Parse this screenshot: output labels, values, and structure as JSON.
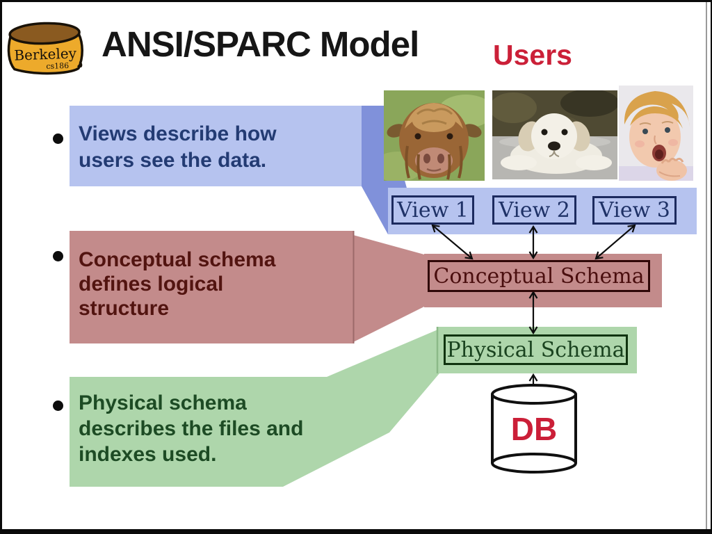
{
  "slide": {
    "title": "ANSI/SPARC Model",
    "users_heading": "Users",
    "logo": {
      "label": "Berkeley",
      "course": "cs186"
    },
    "bullets": [
      {
        "text": "Views describe how\nusers see the data."
      },
      {
        "text": "Conceptual schema\ndefines logical\nstructure"
      },
      {
        "text": "Physical schema\ndescribes the files and\nindexes used."
      }
    ]
  },
  "diagram": {
    "view_boxes": [
      "View 1",
      "View 2",
      "View 3"
    ],
    "conceptual_schema_label": "Conceptual Schema",
    "physical_schema_label": "Physical Schema",
    "db_label": "DB",
    "photos": [
      {
        "name": "cow-photo"
      },
      {
        "name": "puppy-photo"
      },
      {
        "name": "baby-photo"
      }
    ]
  },
  "colors": {
    "view_fill": "#b6c3ef",
    "view_funnel": "#8091da",
    "conceptual_fill": "#c38b8b",
    "physical_fill": "#aed6ab",
    "accent_red": "#cb1f38",
    "logo_gold": "#edaa2b"
  }
}
